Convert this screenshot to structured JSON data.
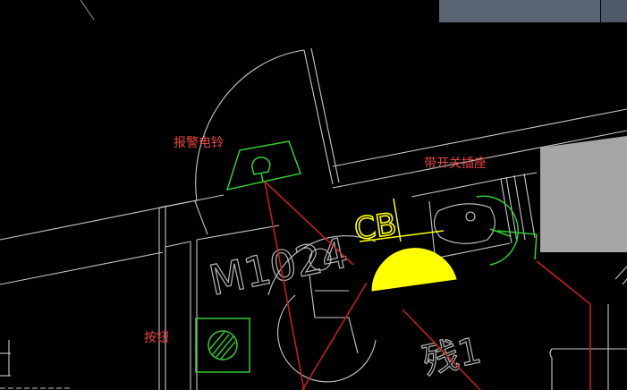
{
  "window_title": "",
  "annotations": {
    "alarm_bell": "报警电铃",
    "switch_socket": "带开关插座",
    "push_button": "按钮"
  },
  "drawing_text": {
    "cb_label": "CB",
    "door_tag": "M1024",
    "room_tag": "残1"
  },
  "colors": {
    "background": "#000000",
    "wall_lines": "#c8c8c8",
    "device_green": "#33cc33",
    "wiring_red": "#c41e1e",
    "cb_yellow": "#ffff00",
    "note_red": "#e8473f",
    "hatch_fill": "#a6a6a6",
    "overlay_panel": "#5b6472"
  },
  "icons": {
    "alarm_bell": "bell-symbol-icon",
    "push_button": "hatched-circle-button-icon",
    "switch_socket": "socket-symbol-icon",
    "cb_device": "yellow-half-circle-icon",
    "wheelchair": "accessible-toilet-icon"
  }
}
